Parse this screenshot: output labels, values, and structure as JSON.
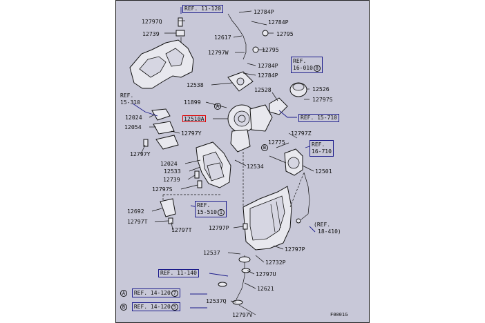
{
  "labels": {
    "p12797Q": "12797Q",
    "p12739a": "12739",
    "p12784P_a": "12784P",
    "p12784P_b": "12784P",
    "p12795a": "12795",
    "p12617": "12617",
    "p12797W": "12797W",
    "p12795b": "12795",
    "p12784P_c": "12784P",
    "p12784P_d": "12784P",
    "p12538": "12538",
    "p12528": "12528",
    "p12526": "12526",
    "p12797S_a": "12797S",
    "p11899": "11899",
    "p12510A": "12510A",
    "p12024a": "12024",
    "p12054": "12054",
    "p12797Y_a": "12797Y",
    "p12797Y_b": "12797Y",
    "p12797Z": "12797Z",
    "p12775": "12775",
    "p12024b": "12024",
    "p12533": "12533",
    "p12534": "12534",
    "p12739b": "12739",
    "p12797S_b": "12797S",
    "p12501": "12501",
    "p12692": "12692",
    "p12797T_a": "12797T",
    "p12797T_b": "12797T",
    "p12797P_a": "12797P",
    "p12537": "12537",
    "p12797P_b": "12797P",
    "p12732P": "12732P",
    "p12797U": "12797U",
    "p12621": "12621",
    "p12537Q": "12537Q",
    "p12797V": "12797V"
  },
  "refs": {
    "r11120a": "REF. 11-120",
    "r16010a": "REF.",
    "r16010b": "16-010",
    "r16010n": "8",
    "r15310a": "REF.",
    "r15310b": "15-310",
    "r15710a": "REF. 15-710",
    "r16710a": "REF.",
    "r16710b": "16-710",
    "r15510a": "REF.",
    "r15510b": "15-510",
    "r15510n": "1",
    "r18410a": "(REF.",
    "r18410b": "18-410)",
    "r11140": "REF. 11-140",
    "rA": "REF. 14-120",
    "rAn": "7",
    "rB": "REF. 14-120",
    "rBn": "5"
  },
  "markers": {
    "A": "A",
    "B": "B"
  },
  "figure_code": "F0001G"
}
